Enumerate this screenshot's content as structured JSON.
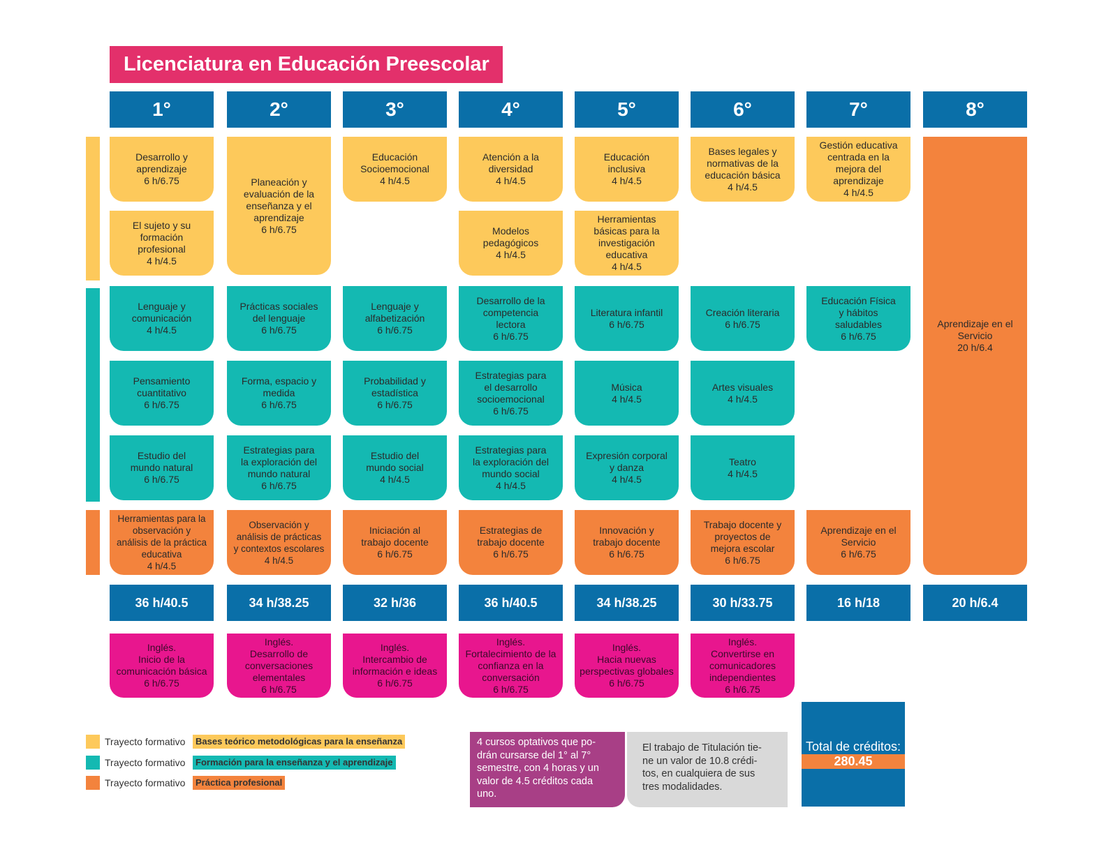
{
  "title": "Licenciatura en Educación Preescolar",
  "semesters": [
    "1°",
    "2°",
    "3°",
    "4°",
    "5°",
    "6°",
    "7°",
    "8°"
  ],
  "courses": {
    "yellow_1": [
      "Desarrollo y\naprendizaje\n6 h/6.75",
      "Planeación y\nevaluación de la\nenseñanza y el\naprendizaje\n6 h/6.75",
      "Educación\nSocioemocional\n4 h/4.5",
      "Atención a la\ndiversidad\n4 h/4.5",
      "Educación\ninclusiva\n4 h/4.5",
      "Bases legales y\nnormativas de la\neducación básica\n4 h/4.5",
      "Gestión educativa\ncentrada en la\nmejora del\naprendizaje\n4 h/4.5"
    ],
    "yellow_2": [
      "El sujeto y su\nformación\nprofesional\n4 h/4.5",
      "Modelos\npedagógicos\n4 h/4.5",
      "Herramientas\nbásicas para la\ninvestigación\neducativa\n4 h/4.5"
    ],
    "teal_1": [
      "Lenguaje y\ncomunicación\n4 h/4.5",
      "Prácticas sociales\ndel lenguaje\n6 h/6.75",
      "Lenguaje y\nalfabetización\n6 h/6.75",
      "Desarrollo de la\ncompetencia\nlectora\n6 h/6.75",
      "Literatura infantil\n6 h/6.75",
      "Creación literaria\n6 h/6.75",
      "Educación Física\ny hábitos\nsaludables\n6 h/6.75"
    ],
    "teal_2": [
      "Pensamiento\ncuantitativo\n6 h/6.75",
      "Forma, espacio y\nmedida\n6 h/6.75",
      "Probabilidad y\nestadística\n6 h/6.75",
      "Estrategias para\nel desarrollo\nsocioemocional\n6 h/6.75",
      "Música\n4 h/4.5",
      "Artes visuales\n4 h/4.5"
    ],
    "teal_3": [
      "Estudio del\nmundo natural\n6 h/6.75",
      "Estrategias para\nla exploración del\nmundo natural\n6 h/6.75",
      "Estudio del\nmundo social\n4 h/4.5",
      "Estrategias para\nla exploración del\nmundo social\n4 h/4.5",
      "Expresión corporal\ny danza\n4 h/4.5",
      "Teatro\n4 h/4.5"
    ],
    "orange_1": [
      "Herramientas para la\nobservación y\nanálisis de la práctica\neducativa\n4 h/4.5",
      "Observación y\nanálisis de prácticas\ny contextos escolares\n4 h/4.5",
      "Iniciación al\ntrabajo docente\n6 h/6.75",
      "Estrategias de\ntrabajo docente\n6 h/6.75",
      "Innovación y\ntrabajo docente\n6 h/6.75",
      "Trabajo docente y\nproyectos de\nmejora escolar\n6 h/6.75",
      "Aprendizaje en el\nServicio\n6 h/6.75"
    ],
    "semester8": "Aprendizaje en el\nServicio\n20 h/6.4"
  },
  "totals": [
    "36 h/40.5",
    "34 h/38.25",
    "32 h/36",
    "36 h/40.5",
    "34 h/38.25",
    "30 h/33.75",
    "16 h/18",
    "20 h/6.4"
  ],
  "english": [
    "Inglés.\nInicio de la\ncomunicación básica\n6 h/6.75",
    "Inglés.\nDesarrollo de\nconversaciones\nelementales\n6 h/6.75",
    "Inglés.\nIntercambio de\ninformación e ideas\n6 h/6.75",
    "Inglés.\nFortalecimiento de la\nconfianza en la\nconversación\n6 h/6.75",
    "Inglés.\nHacia nuevas\nperspectivas globales\n6 h/6.75",
    "Inglés.\nConvertirse en\ncomunicadores\nindependientes\n6 h/6.75"
  ],
  "legend": [
    {
      "label": "Trayecto formativo",
      "tag": "Bases teórico metodológicas para la enseñanza",
      "color": "#fdc95b"
    },
    {
      "label": "Trayecto formativo",
      "tag": "Formación para la enseñanza y el aprendizaje",
      "color": "#14b9b2"
    },
    {
      "label": "Trayecto formativo",
      "tag": "Práctica profesional",
      "color": "#f3833d"
    }
  ],
  "optativos": "4 cursos optativos que po-\ndrán cursarse del 1° al 7°\nsemestre, con 4 horas y un\nvalor de 4.5 créditos cada\nuno.",
  "titulacion": "El trabajo de Titulación tie-\nne un valor de 10.8 crédi-\ntos, en cualquiera de sus\ntres modalidades.",
  "credits": {
    "label": "Total de créditos:",
    "value": "280.45"
  }
}
